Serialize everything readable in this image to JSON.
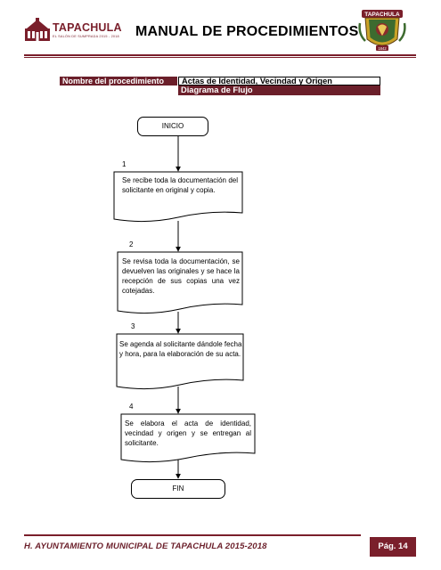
{
  "header": {
    "brand": "TAPACHULA",
    "tagline": "EL SALÓN DE SUMPRADA  2015 - 2018",
    "title": "MANUAL DE PROCEDIMIENTOS",
    "seal_caption": "TAPACHULA",
    "seal_year": "1842"
  },
  "procedure": {
    "name_label": "Nombre del procedimiento",
    "name_value": "Actas de Identidad, Vecindad y Origen",
    "diagram_label": "Diagrama de Flujo"
  },
  "flowchart": {
    "start": "INICIO",
    "end": "FIN",
    "steps": [
      {
        "number": "1",
        "text": "Se recibe toda la documentación del solicitante en original y copia."
      },
      {
        "number": "2",
        "text": "Se revisa toda la documentación, se devuelven las originales y se hace la recepción de sus copias una vez cotejadas."
      },
      {
        "number": "3",
        "text": "Se agenda al solicitante dándole fecha y hora, para la elaboración de su acta."
      },
      {
        "number": "4",
        "text": "Se elabora el acta de identidad, vecindad y origen y se entregan al solicitante."
      }
    ]
  },
  "footer": {
    "text": "H. AYUNTAMIENTO MUNICIPAL DE TAPACHULA 2015-2018",
    "page": "Pág. 14"
  },
  "colors": {
    "accent": "#7a1f2b",
    "label_bg": "#6b1f2a"
  }
}
